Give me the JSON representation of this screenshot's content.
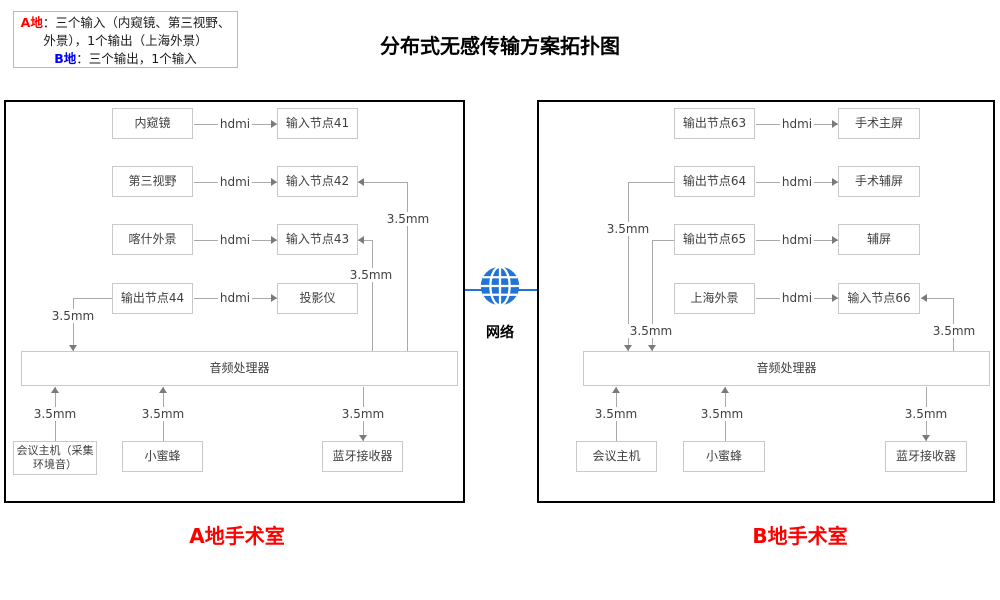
{
  "title": "分布式无感传输方案拓扑图",
  "legend": {
    "a_label": "A地",
    "a_line1": "：三个输入（内窥镜、第三视野、",
    "a_line2": "外景），1个输出（上海外景）",
    "b_label": "B地",
    "b_line": "：三个输出，1个输入"
  },
  "labels": {
    "hdmi": "hdmi",
    "audio_jack": "3.5mm"
  },
  "network": {
    "label": "网络",
    "icon": "globe-icon",
    "globe_color": "#2173d6"
  },
  "colors": {
    "site_a": "#ff0000",
    "site_b": "#0000ff",
    "caption": "#ff0000",
    "box_border": "#c9c9c9",
    "line": "#a9a9a9",
    "panel_border": "#000000"
  },
  "panel_a": {
    "caption": "A地手术室",
    "audio_processor": "音频处理器",
    "rows": [
      {
        "source": "内窥镜",
        "target": "输入节点41"
      },
      {
        "source": "第三视野",
        "target": "输入节点42"
      },
      {
        "source": "喀什外景",
        "target": "输入节点43"
      },
      {
        "source": "输出节点44",
        "target": "投影仪"
      }
    ],
    "bottom": [
      {
        "label": "会议主机（采集环境音）"
      },
      {
        "label": "小蜜蜂"
      },
      {
        "label": "蓝牙接收器"
      }
    ]
  },
  "panel_b": {
    "caption": "B地手术室",
    "audio_processor": "音频处理器",
    "rows": [
      {
        "source": "输出节点63",
        "target": "手术主屏"
      },
      {
        "source": "输出节点64",
        "target": "手术辅屏"
      },
      {
        "source": "输出节点65",
        "target": "辅屏"
      },
      {
        "source": "上海外景",
        "target": "输入节点66"
      }
    ],
    "bottom": [
      {
        "label": "会议主机"
      },
      {
        "label": "小蜜蜂"
      },
      {
        "label": "蓝牙接收器"
      }
    ]
  }
}
